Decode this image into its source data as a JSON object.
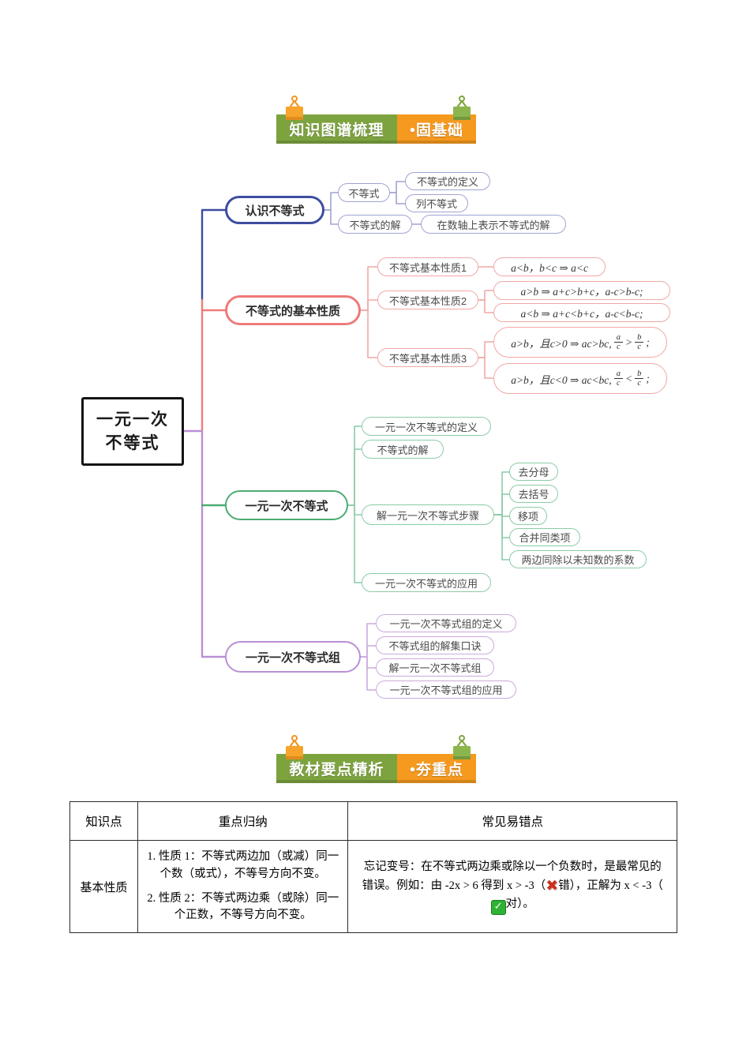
{
  "colors": {
    "banner_green": "#7da33f",
    "banner_orange": "#f5991f",
    "branch1": "#3d4d9e",
    "branch2": "#ef7a7a",
    "branch3": "#4cab73",
    "bran4_purple": "#b98fd6",
    "cross_red": "#c9311d",
    "check_green": "#2fb234"
  },
  "banner1": {
    "left_text": "知识图谱梳理",
    "right_text": "•固基础"
  },
  "banner2": {
    "left_text": "教材要点精析",
    "right_text": "•夯重点"
  },
  "mindmap": {
    "root_line1": "一元一次",
    "root_line2": "不等式",
    "nodes": {
      "b1": "认识不等式",
      "b1c1": "不等式",
      "b1c2": "不等式的解",
      "b1c1a": "不等式的定义",
      "b1c1b": "列不等式",
      "b1c2a": "在数轴上表示不等式的解",
      "b2": "不等式的基本性质",
      "b2c1": "不等式基本性质1",
      "b2c2": "不等式基本性质2",
      "b2c3": "不等式基本性质3",
      "f1": "a<b，b<c ⇒ a<c",
      "f2": "a>b ⇒ a+c>b+c，a-c>b-c;",
      "f3": "a<b ⇒ a+c<b+c，a-c<b-c;",
      "b3": "一元一次不等式",
      "b3c1": "一元一次不等式的定义",
      "b3c2": "不等式的解",
      "b3c3": "解一元一次不等式步骤",
      "b3c4": "一元一次不等式的应用",
      "s1": "去分母",
      "s2": "去括号",
      "s3": "移项",
      "s4": "合并同类项",
      "s5": "两边同除以未知数的系数",
      "b4": "一元一次不等式组",
      "b4c1": "一元一次不等式组的定义",
      "b4c2": "不等式组的解集口诀",
      "b4c3": "解一元一次不等式组",
      "b4c4": "一元一次不等式组的应用"
    },
    "f4": {
      "pre": "a>b，且c>0 ⇒ ac>bc,",
      "n1": "a",
      "d1": "c",
      "cmp": ">",
      "n2": "b",
      "d2": "c",
      "post": ";"
    },
    "f5": {
      "pre": "a>b，且c<0 ⇒ ac<bc,",
      "n1": "a",
      "d1": "c",
      "cmp": "<",
      "n2": "b",
      "d2": "c",
      "post": ";"
    }
  },
  "table": {
    "headers": [
      "知识点",
      "重点归纳",
      "常见易错点"
    ],
    "row": {
      "topic": "基本性质",
      "point1_num": "1.",
      "point1_text": "性质 1：不等式两边加（或减）同一个数（或式），不等号方向不变。",
      "point2_num": "2.",
      "point2_text": "性质 2：不等式两边乘（或除）同一个正数，不等号方向不变。",
      "err_part1": "忘记变号：在不等式两边乘或除以一个负数时，是最常见的错误。例如：由 -2x > 6 得到 x > -3（",
      "err_part2": "错），正解为 x < -3（",
      "err_part3": "对）。"
    }
  },
  "icons": {
    "cross": "✖",
    "check": "✓"
  }
}
